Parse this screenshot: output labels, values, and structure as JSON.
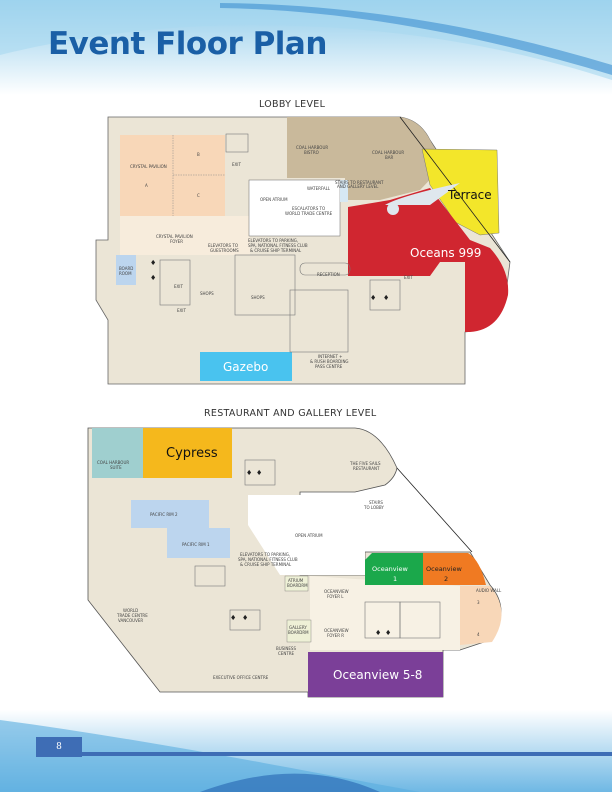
{
  "page": {
    "title": "Event Floor Plan",
    "page_number": "8"
  },
  "colors": {
    "title": "#1a5fa6",
    "floor": "#ebe5d6",
    "crystal": "#f8d7b8",
    "bistro": "#c9b99b",
    "oceans999": "#d02630",
    "terrace": "#f3e62a",
    "gazebo": "#49c3ef",
    "cypress": "#f5b81c",
    "coal_suite": "#9fcfcf",
    "pacific": "#bcd5ee",
    "oceanview1": "#1ba84b",
    "oceanview2": "#f07a22",
    "oceanview58": "#7b3f98"
  },
  "lobby": {
    "heading": "LOBBY LEVEL",
    "rooms": {
      "gazebo": "Gazebo",
      "oceans": "Oceans 999",
      "terrace": "Terrace"
    },
    "labels": {
      "crystal": "CRYSTAL PAVILION",
      "a": "A",
      "b": "B",
      "c": "C",
      "foyer": "CRYSTAL PAVILION",
      "foyer2": "FOYER",
      "bistro": "COAL HARBOUR",
      "bistro2": "BISTRO",
      "bar": "COAL HARBOUR",
      "bar2": "BAR",
      "atrium": "OPEN ATRIUM",
      "waterfall": "WATERFALL",
      "escalators": "ESCALATORS TO",
      "escalators2": "WORLD TRADE CENTRE",
      "stairs": "STAIRS TO RESTAURANT",
      "stairs2": "AND GALLERY LEVEL",
      "elev_guest": "ELEVATORS TO",
      "elev_guest2": "GUESTROOMS",
      "elev_parking": "ELEVATORS TO PARKING,",
      "elev_parking2": "SPA, NATIONAL FITNESS CLUB",
      "elev_parking3": "& CRUISE SHIP TERMINAL",
      "board": "BOARD",
      "board2": "ROOM",
      "reception": "RECEPTION",
      "shops1": "SHOPS",
      "shops2": "SHOPS",
      "exit1": "EXIT",
      "exit2": "EXIT",
      "exit3": "EXIT",
      "exit4": "EXIT",
      "internet": "INTERNET +",
      "internet2": "& RUSH BOARDING",
      "internet3": "PASS CENTRE"
    }
  },
  "restaurant": {
    "heading": "RESTAURANT AND GALLERY LEVEL",
    "rooms": {
      "cypress": "Cypress",
      "ov1a": "Oceanview",
      "ov1b": "1",
      "ov2a": "Oceanview",
      "ov2b": "2",
      "ov58": "Oceanview 5-8"
    },
    "labels": {
      "coal": "COAL HARBOUR",
      "coal2": "SUITE",
      "pr2": "PACIFIC RIM 2",
      "pr1": "PACIFIC RIM 1",
      "atrium": "OPEN ATRIUM",
      "fivesails": "THE FIVE SAILS",
      "fivesails2": "RESTAURANT",
      "stairs": "STAIRS",
      "stairs2": "TO LOBBY",
      "elev": "ELEVATORS TO PARKING,",
      "elev2": "SPA, NATIONAL FITNESS CLUB",
      "elev3": "& CRUISE SHIP TERMINAL",
      "atriumbr": "ATRIUM",
      "atriumbr2": "BOARDRM",
      "gallery": "GALLERY",
      "gallery2": "BOARDRM",
      "foyerl": "OCEANVIEW",
      "foyerl2": "FOYER L",
      "foyerr": "OCEANVIEW",
      "foyerr2": "FOYER R",
      "business": "BUSINESS",
      "business2": "CENTRE",
      "wtc": "WORLD",
      "wtc2": "TRADE CENTRE",
      "wtc3": "VANCOUVER",
      "exec": "EXECUTIVE OFFICE CENTRE",
      "r3": "3",
      "r4": "4",
      "audio": "AUDIO WALL"
    }
  }
}
